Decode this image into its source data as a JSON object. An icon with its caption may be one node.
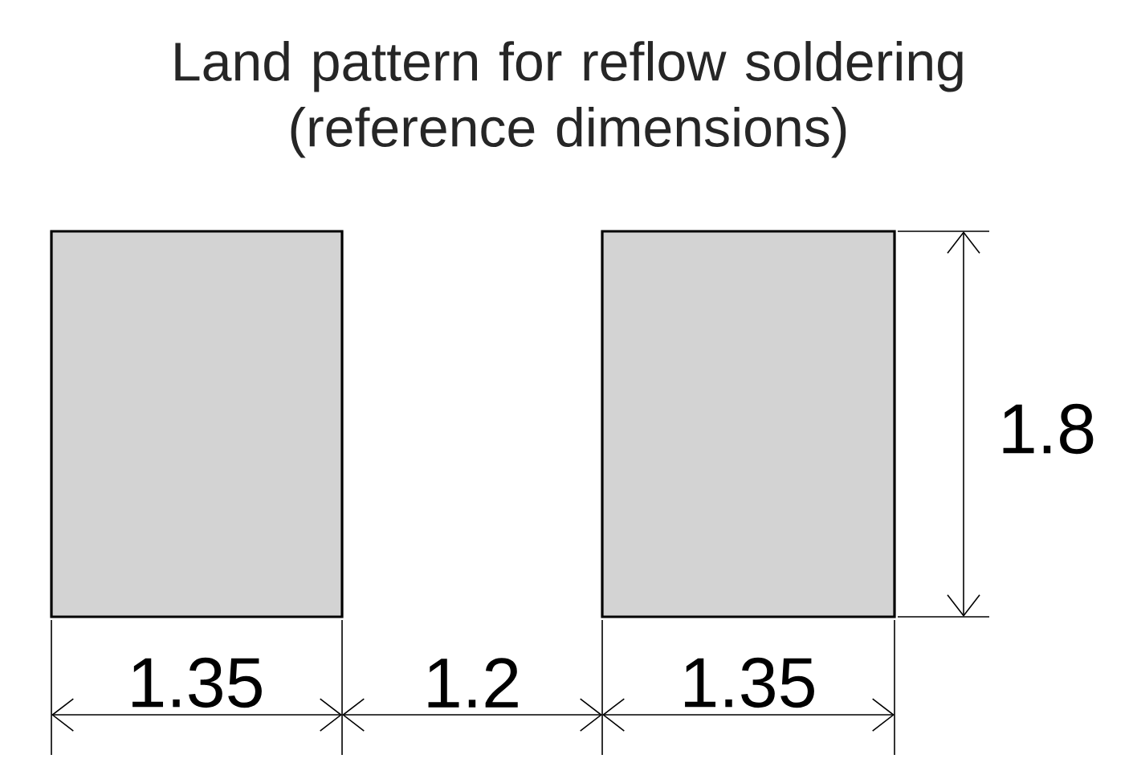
{
  "diagram": {
    "title": "Land pattern for reflow soldering (reference dimensions)",
    "labels": [
      "1.35",
      "1.2",
      "1.35",
      "1.8"
    ]
  }
}
